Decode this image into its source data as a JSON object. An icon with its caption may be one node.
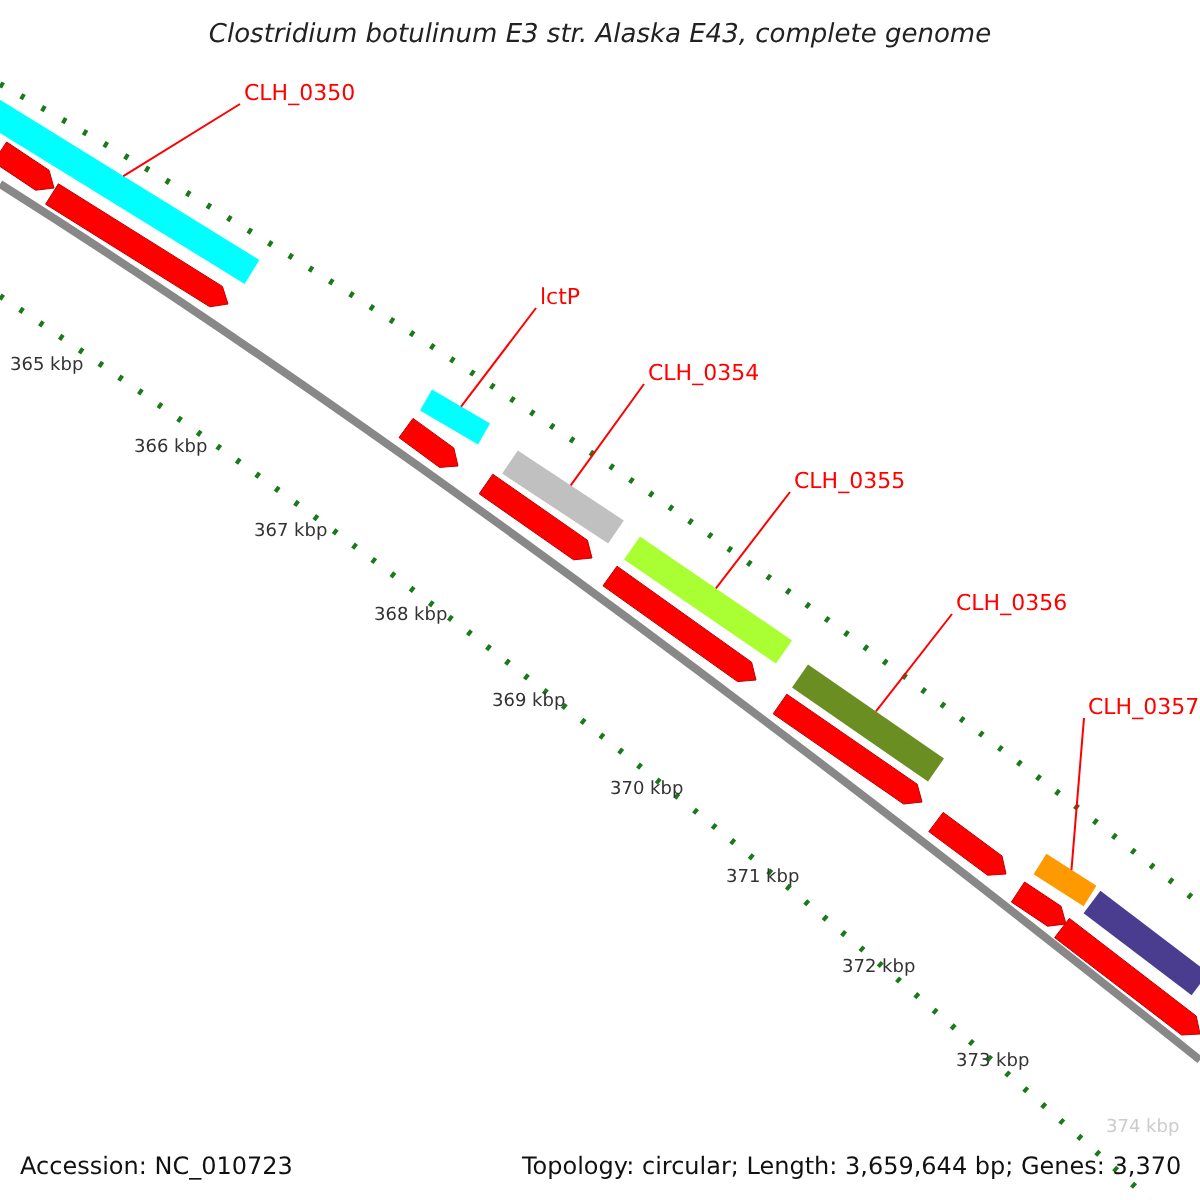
{
  "diagram": {
    "title": "Clostridium botulinum E3 str. Alaska E43, complete genome",
    "nodes": [
      {
        "text": [
          "CLH_0350"
        ]
      },
      {
        "text": [
          "lctP"
        ]
      },
      {
        "text": [
          "CLH_0354"
        ]
      },
      {
        "text": [
          "CLH_0355"
        ]
      },
      {
        "text": [
          "CLH_0356"
        ]
      },
      {
        "text": [
          "CLH_0357"
        ]
      },
      {
        "text": [],
        "shape": "bar"
      },
      {
        "text": [],
        "shape": "bar"
      },
      {
        "text": [],
        "shape": "bar"
      },
      {
        "text": [],
        "shape": "bar"
      },
      {
        "text": [],
        "shape": "bar"
      },
      {
        "text": [],
        "shape": "bar"
      },
      {
        "text": [],
        "shape": "arrow"
      },
      {
        "text": [],
        "shape": "arrow"
      },
      {
        "text": [],
        "shape": "arrow"
      },
      {
        "text": [],
        "shape": "arrow"
      },
      {
        "text": [],
        "shape": "arrow"
      },
      {
        "text": [],
        "shape": "arrow"
      },
      {
        "text": [],
        "shape": "arrow"
      },
      {
        "text": [],
        "shape": "arrow"
      },
      {
        "text": [],
        "shape": "arrow"
      },
      {
        "text": [],
        "shape": "bar"
      }
    ],
    "edges": [
      {
        "from": 0,
        "to": 6,
        "arrow": "none"
      },
      {
        "from": 1,
        "to": 7,
        "arrow": "none"
      },
      {
        "from": 2,
        "to": 8,
        "arrow": "none"
      },
      {
        "from": 3,
        "to": 9,
        "arrow": "none"
      },
      {
        "from": 4,
        "to": 10,
        "arrow": "none"
      },
      {
        "from": 5,
        "to": 11,
        "arrow": "none"
      }
    ],
    "labels": [
      "365 kbp",
      "366 kbp",
      "367 kbp",
      "368 kbp",
      "369 kbp",
      "370 kbp",
      "371 kbp",
      "372 kbp",
      "373 kbp",
      "374 kbp",
      "Accession: NC_010723",
      "Topology: circular; Length: 3,659,644 bp; Genes: 3,370"
    ]
  }
}
